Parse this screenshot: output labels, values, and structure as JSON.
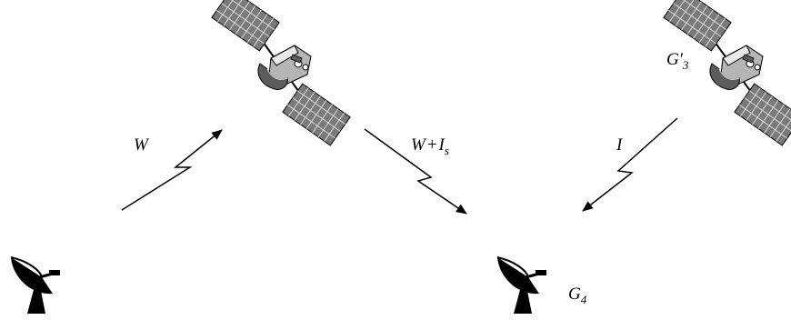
{
  "labels": {
    "w": "W",
    "w_plus_is": {
      "main": "W",
      "op": "+",
      "var": "I",
      "sub": "s"
    },
    "i": "I",
    "g3": {
      "main": "G",
      "prime": "′",
      "sub": "3"
    },
    "g4": {
      "main": "G",
      "sub": "4"
    }
  },
  "colors": {
    "stroke": "#000000",
    "panel_fill": "#7a7a7a",
    "panel_grid": "#d9d9d9",
    "body_fill": "#b5b5b5",
    "arm_fill": "#5c5c5c",
    "dish_fill": "#000000"
  },
  "icons": [
    "satellite-icon",
    "dish-antenna-icon",
    "lightning-arrow-icon"
  ]
}
